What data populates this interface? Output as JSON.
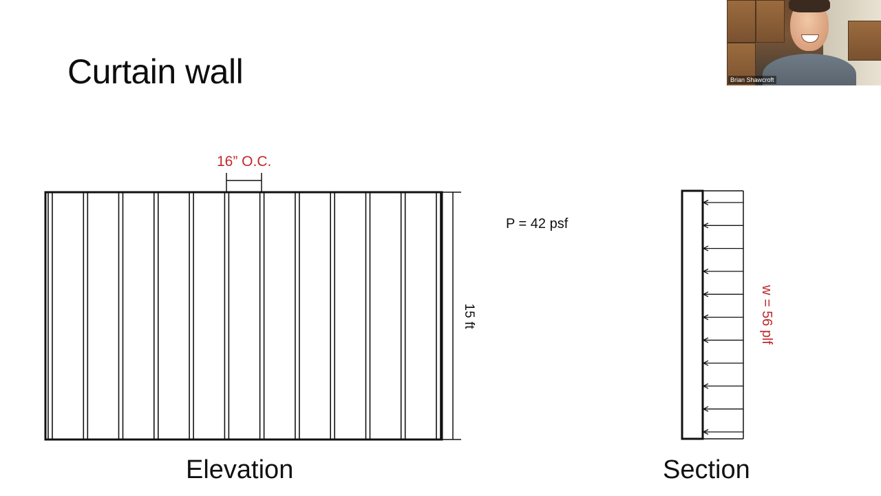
{
  "slide": {
    "title": "Curtain wall"
  },
  "elevation": {
    "caption": "Elevation",
    "stud_spacing_label": "16” O.C.",
    "height_label": "15 ft",
    "stud_count": 12
  },
  "pressure": {
    "label": "P = 42 psf"
  },
  "section": {
    "caption": "Section",
    "load_label": "w = 56 plf",
    "arrow_count": 11
  },
  "video": {
    "participant_name": "Brian Shawcroft"
  },
  "colors": {
    "annotation_red": "#c0282d",
    "line_black": "#111111"
  }
}
